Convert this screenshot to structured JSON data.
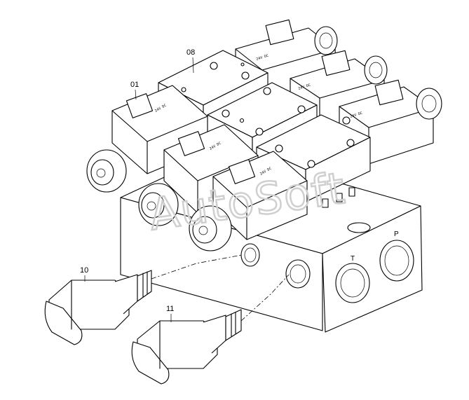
{
  "diagram": {
    "callouts": {
      "p01": "01",
      "p08": "08",
      "p10": "10",
      "p11": "11"
    },
    "ports": {
      "t": "T",
      "p": "P"
    },
    "watermark": "AutoSoft",
    "coil_label": "24V DC"
  }
}
